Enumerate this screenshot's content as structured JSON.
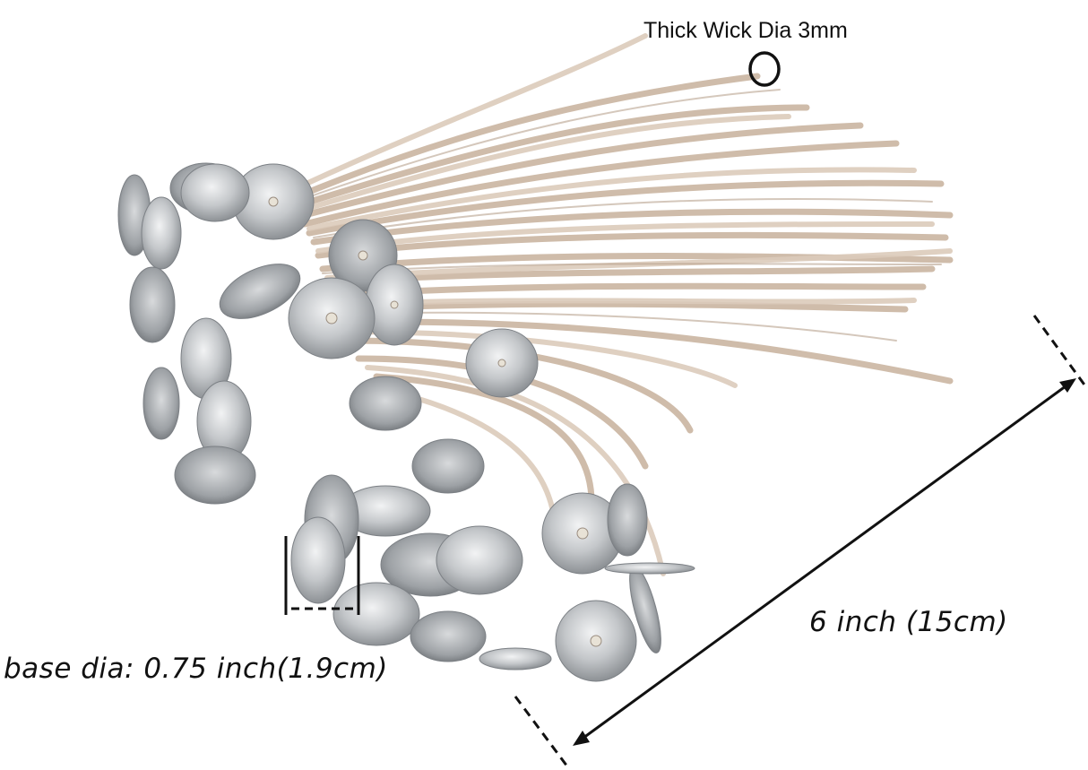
{
  "image": {
    "subject": "bundle of pre-waxed cotton candle wicks with metal sustainer tab bases",
    "background_color": "#ffffff",
    "wick_color": "#d9c8b8",
    "metal_color": "#b8bcc0"
  },
  "annotations": {
    "wick_thickness": {
      "text": "Thick Wick  Dia 3mm",
      "marker": "circle-outline"
    },
    "base_diameter": {
      "text": "base dia: 0.75 inch(1.9cm)",
      "marker": "dashed-bracket"
    },
    "wick_length": {
      "text": "6 inch (15cm)",
      "marker": "double-arrow-dimension-line"
    }
  }
}
